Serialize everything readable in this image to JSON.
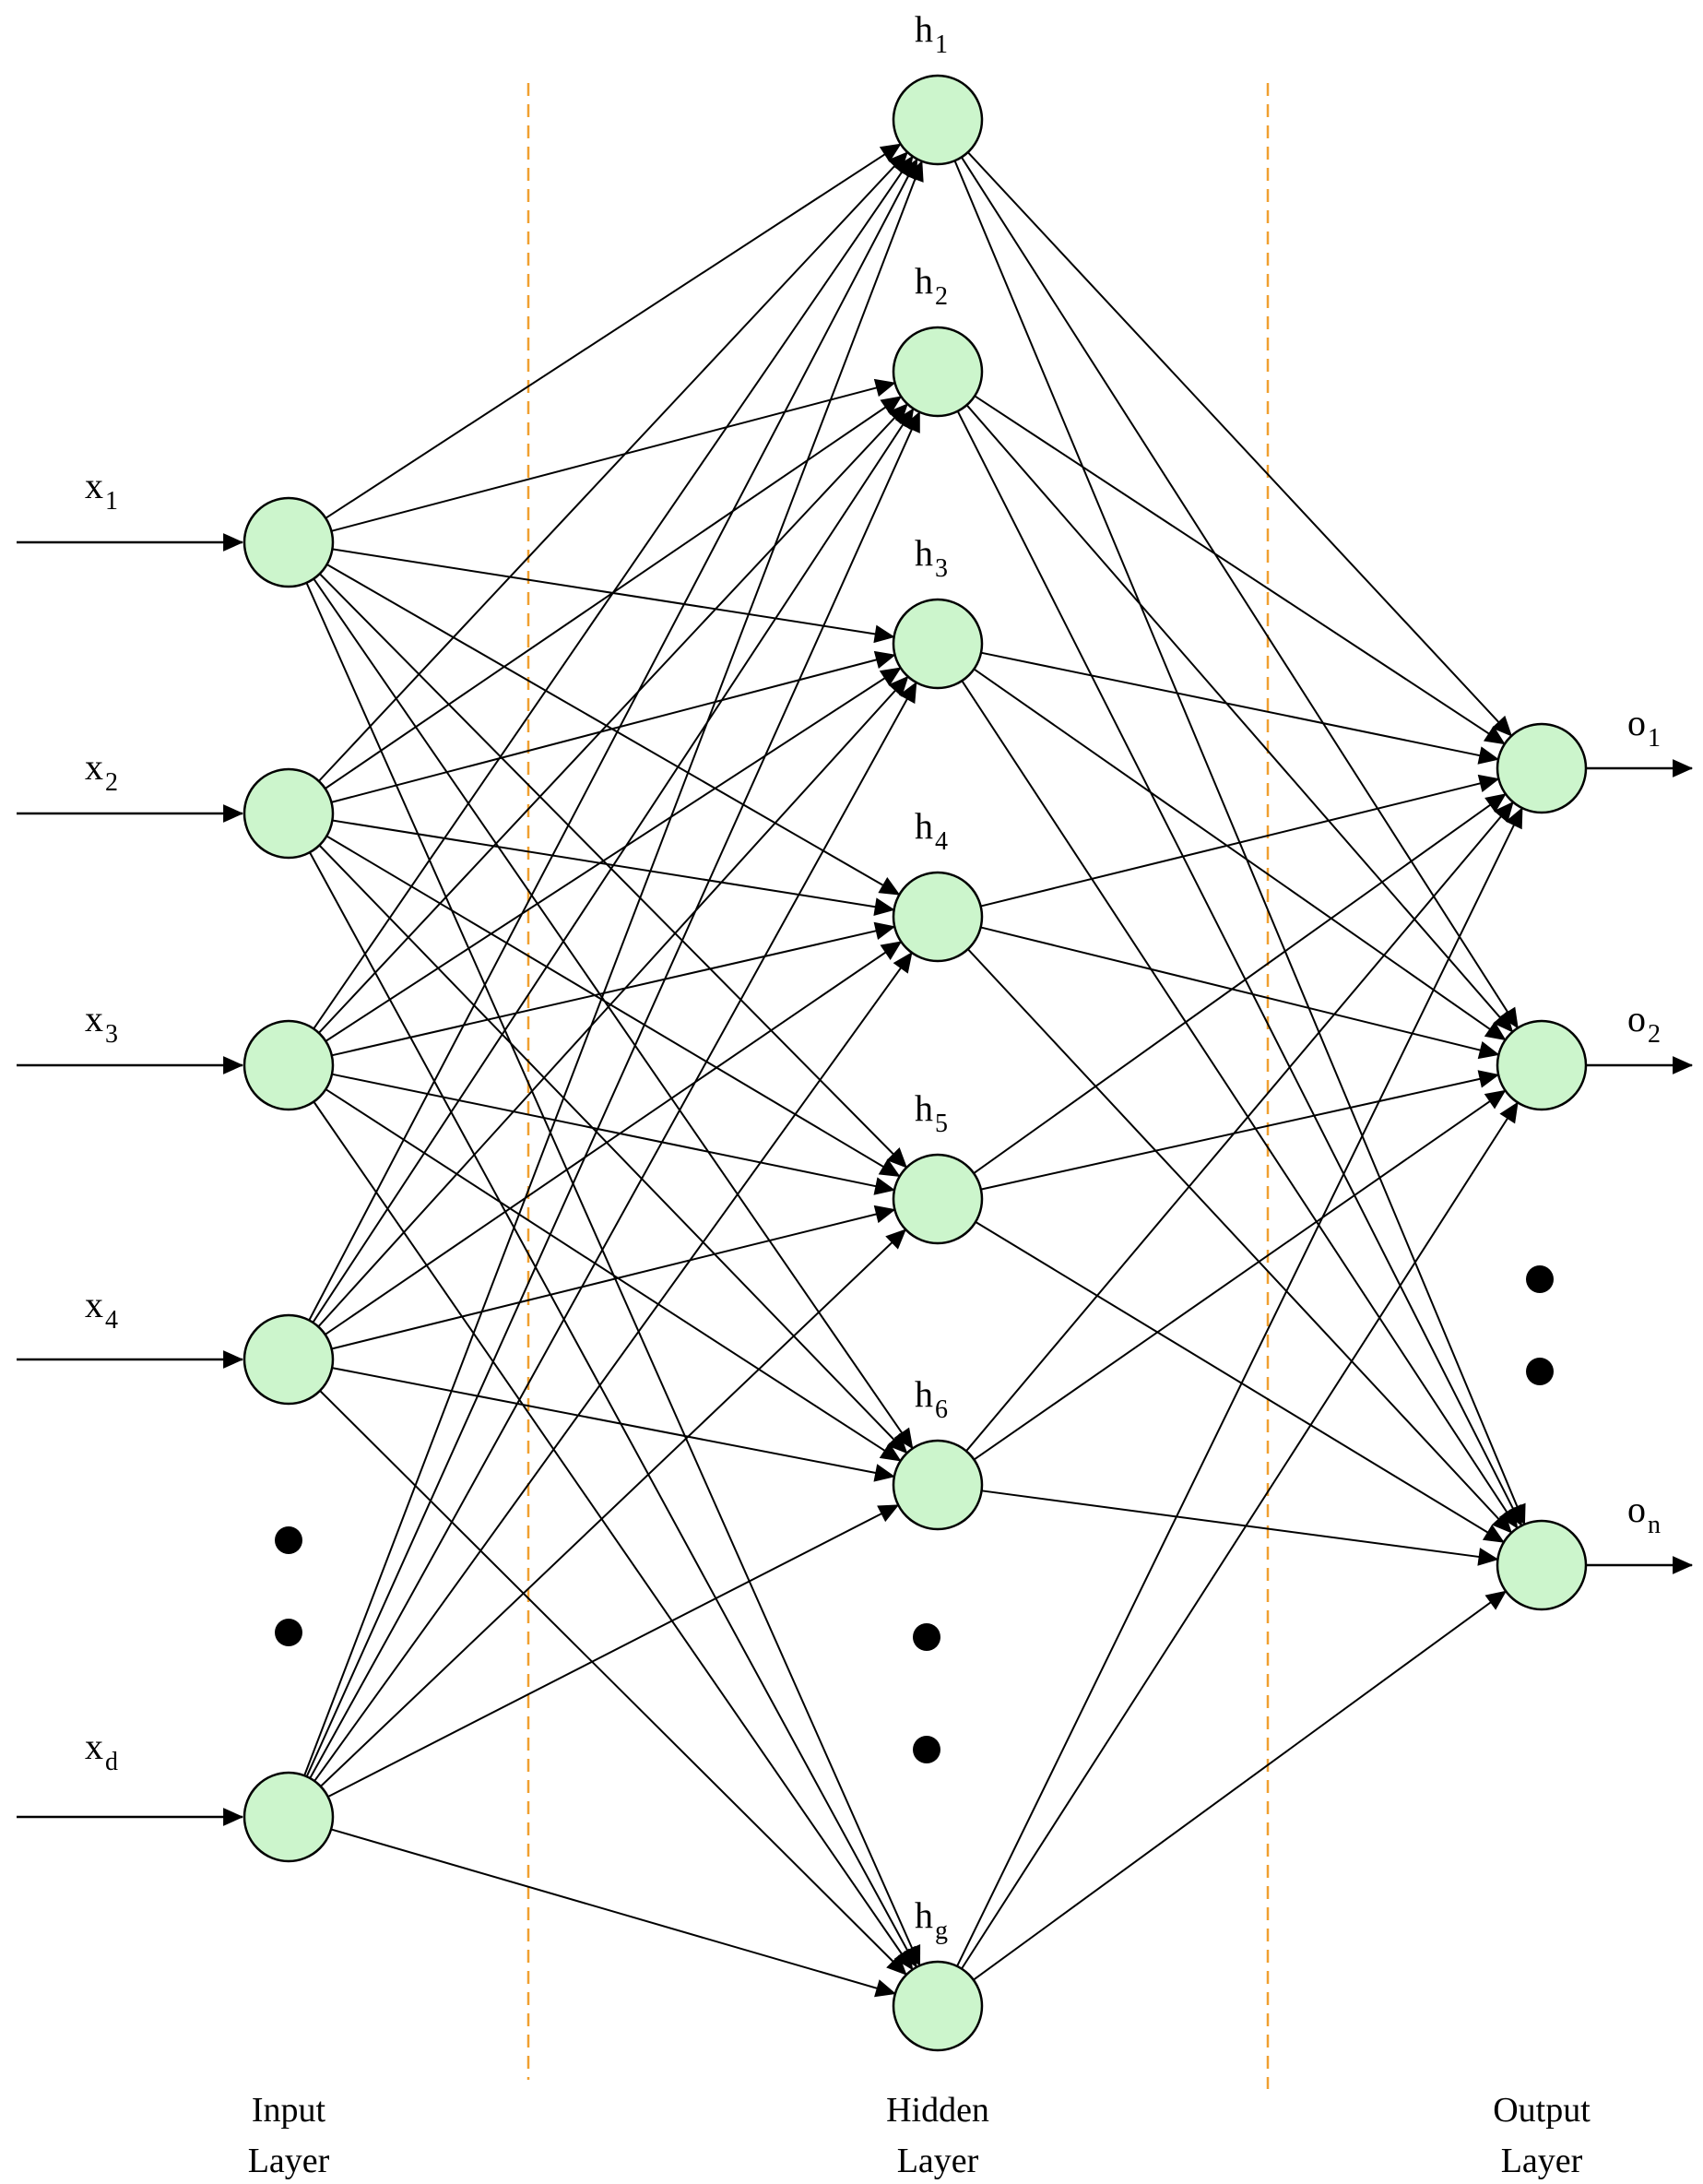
{
  "colors": {
    "node_fill": "#ccf5cc",
    "node_stroke": "#000000",
    "edge": "#000000",
    "separator": "#f0a030",
    "dot": "#000000"
  },
  "input_layer": {
    "label_line1": "Input",
    "label_line2": "Layer",
    "nodes": [
      {
        "base": "x",
        "sub": "1"
      },
      {
        "base": "x",
        "sub": "2"
      },
      {
        "base": "x",
        "sub": "3"
      },
      {
        "base": "x",
        "sub": "4"
      },
      {
        "base": "x",
        "sub": "d"
      }
    ]
  },
  "hidden_layer": {
    "label_line1": "Hidden",
    "label_line2": "Layer",
    "nodes": [
      {
        "base": "h",
        "sub": "1"
      },
      {
        "base": "h",
        "sub": "2"
      },
      {
        "base": "h",
        "sub": "3"
      },
      {
        "base": "h",
        "sub": "4"
      },
      {
        "base": "h",
        "sub": "5"
      },
      {
        "base": "h",
        "sub": "6"
      },
      {
        "base": "h",
        "sub": "g"
      }
    ]
  },
  "output_layer": {
    "label_line1": "Output",
    "label_line2": "Layer",
    "nodes": [
      {
        "base": "o",
        "sub": "1"
      },
      {
        "base": "o",
        "sub": "2"
      },
      {
        "base": "o",
        "sub": "n"
      }
    ]
  }
}
